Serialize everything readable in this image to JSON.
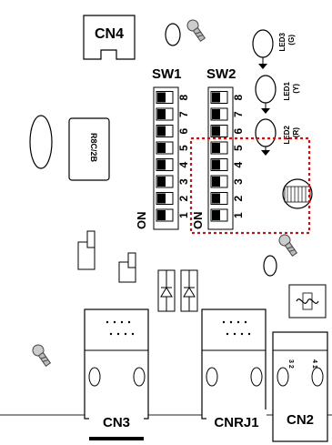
{
  "connectors": {
    "cn4": "CN4",
    "cn3": "CN3",
    "cnrj1": "CNRJ1",
    "cn2": "CN2"
  },
  "switches": {
    "sw1": {
      "label": "SW1",
      "on_label": "ON",
      "numbers": [
        "1",
        "2",
        "3",
        "4",
        "5",
        "6",
        "7",
        "8"
      ]
    },
    "sw2": {
      "label": "SW2",
      "on_label": "ON",
      "numbers": [
        "1",
        "2",
        "3",
        "4",
        "5",
        "6",
        "7",
        "8"
      ]
    }
  },
  "chip_label": "R8C/2B",
  "leds": [
    {
      "label": "LED3",
      "sub": "(G)"
    },
    {
      "label": "LED1",
      "sub": "(Y)"
    },
    {
      "label": "LED2",
      "sub": "(R)"
    }
  ],
  "cn2_pins": {
    "left": "3 2",
    "right": "4 1"
  },
  "colors": {
    "highlight": "#cc1111",
    "ink": "#000000"
  }
}
